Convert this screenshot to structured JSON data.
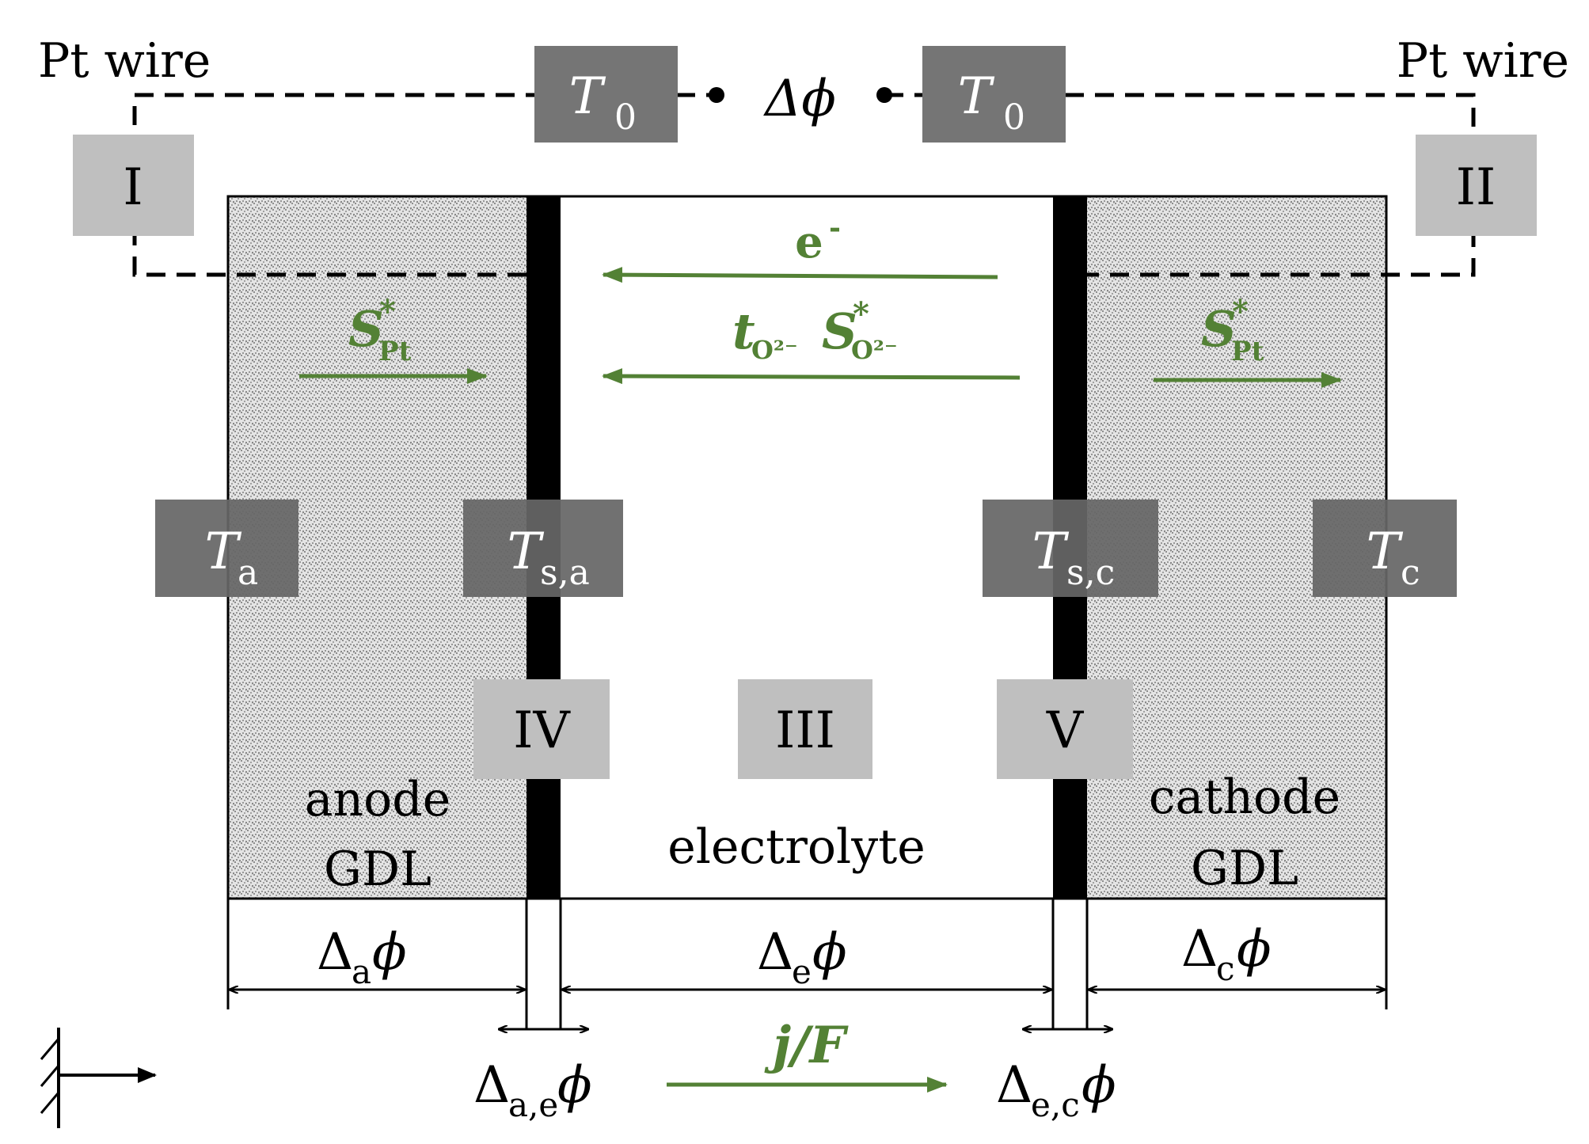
{
  "labels": {
    "pt_wire_left": "Pt wire",
    "pt_wire_right": "Pt wire",
    "delta_phi": "Δϕ",
    "anode_line1": "anode",
    "anode_line2": "GDL",
    "cathode_line1": "cathode",
    "cathode_line2": "GDL",
    "electrolyte": "electrolyte"
  },
  "regions": {
    "I": "I",
    "II": "II",
    "III": "III",
    "IV": "IV",
    "V": "V"
  },
  "temperatures": {
    "t0_symbol": "T",
    "t0_sub": "0",
    "ta_symbol": "T",
    "ta_sub": "a",
    "tsa_symbol": "T",
    "tsa_sub": "s,a",
    "tsc_symbol": "T",
    "tsc_sub": "s,c",
    "tc_symbol": "T",
    "tc_sub": "c"
  },
  "fluxes": {
    "electron": "e",
    "electron_sup": "-",
    "t_symbol": "t",
    "t_sub": "O²⁻",
    "s_symbol": "S",
    "s_sup": "*",
    "s_sub_ion": "O²⁻",
    "s_sub_pt": "Pt",
    "current": "j/F"
  },
  "potentials": {
    "anode_sym": "Δ",
    "anode_sub": "a",
    "anode_phi": "ϕ",
    "electrolyte_sym": "Δ",
    "electrolyte_sub": "e",
    "electrolyte_phi": "ϕ",
    "cathode_sym": "Δ",
    "cathode_sub": "c",
    "cathode_phi": "ϕ",
    "anode_interface_sym": "Δ",
    "anode_interface_sub": "a,e",
    "anode_interface_phi": "ϕ",
    "cathode_interface_sym": "Δ",
    "cathode_interface_sub": "e,c",
    "cathode_interface_phi": "ϕ"
  },
  "colors": {
    "flux_green": "#538135",
    "temp_box": "#757575",
    "region_box": "#bfbfbf",
    "electrode": "#000000"
  }
}
